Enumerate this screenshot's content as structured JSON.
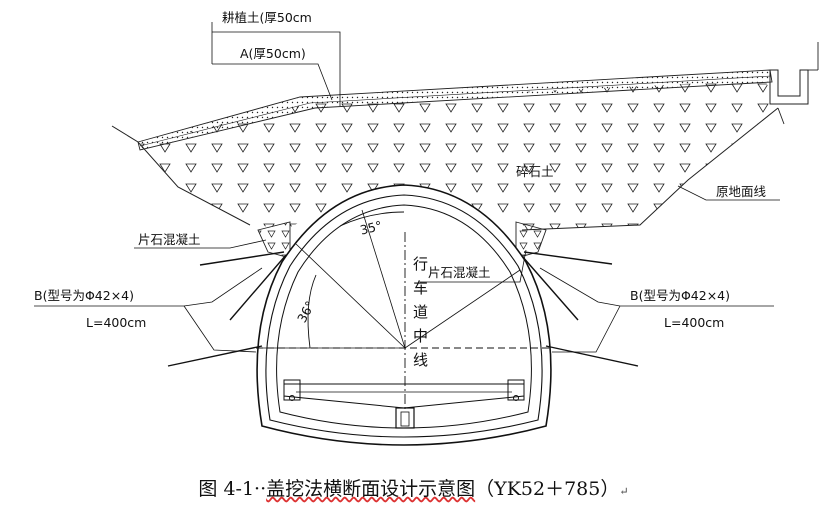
{
  "labels": {
    "topsoil": "耕植土(厚50cm",
    "layer_a": "A(厚50cm)",
    "gravel": "碎石土",
    "original_ground": "原地面线",
    "rubble_concrete_left": "片石混凝土",
    "rubble_concrete_center": "片石混凝土",
    "centerline": "行车道中线",
    "angle_35": "35°",
    "angle_36": "36°",
    "pipe_left_spec": "B(型号为Φ42×4)",
    "pipe_left_length": "L=400cm",
    "pipe_right_spec": "B(型号为Φ42×4)",
    "pipe_right_length": "L=400cm"
  },
  "caption": {
    "figure_no": "图 4-1··",
    "title": "盖挖法横断面设计示意图",
    "station": "（YK52＋785）",
    "para_mark": "↵"
  }
}
